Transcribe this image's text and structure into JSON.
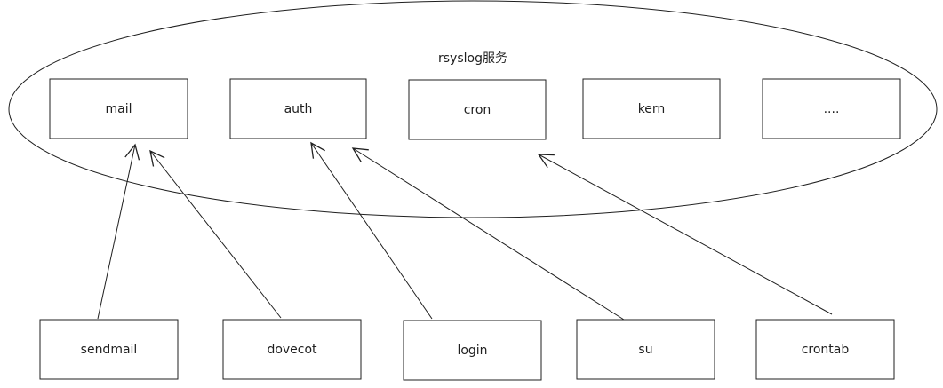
{
  "diagram": {
    "title": "rsyslog服务",
    "facilities": [
      {
        "id": "mail",
        "label": "mail"
      },
      {
        "id": "auth",
        "label": "auth"
      },
      {
        "id": "cron",
        "label": "cron"
      },
      {
        "id": "kern",
        "label": "kern"
      },
      {
        "id": "more",
        "label": "...."
      }
    ],
    "programs": [
      {
        "id": "sendmail",
        "label": "sendmail"
      },
      {
        "id": "dovecot",
        "label": "dovecot"
      },
      {
        "id": "login",
        "label": "login"
      },
      {
        "id": "su",
        "label": "su"
      },
      {
        "id": "crontab",
        "label": "crontab"
      }
    ],
    "edges": [
      {
        "from": "sendmail",
        "to": "mail"
      },
      {
        "from": "dovecot",
        "to": "mail"
      },
      {
        "from": "login",
        "to": "auth"
      },
      {
        "from": "su",
        "to": "auth"
      },
      {
        "from": "crontab",
        "to": "cron"
      }
    ],
    "colors": {
      "stroke": "#1f1f1f",
      "background": "#ffffff"
    }
  }
}
